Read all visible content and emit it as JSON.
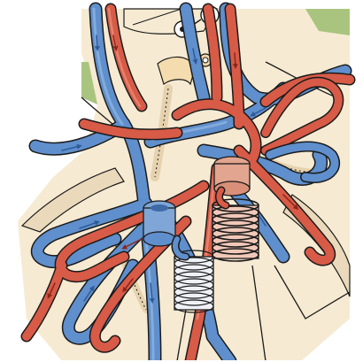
{
  "illustration": {
    "colors": {
      "background": "#ffffff",
      "skin": "#f6ead2",
      "skin_dark": "#ead9bb",
      "green": "#a9c47f",
      "vein": "#5f8fcc",
      "vein_light": "#8db3e0",
      "artery": "#d75b47",
      "artery_light": "#e98a76",
      "outline": "#1b1b1b",
      "pump_blue": "#7fa6d6",
      "pump_red": "#e2a58f",
      "coil_gray": "#eef1f6"
    },
    "icons": [
      "vein-network",
      "artery-network",
      "heart-pump",
      "lung-loop",
      "person-head",
      "eyeglasses"
    ]
  }
}
